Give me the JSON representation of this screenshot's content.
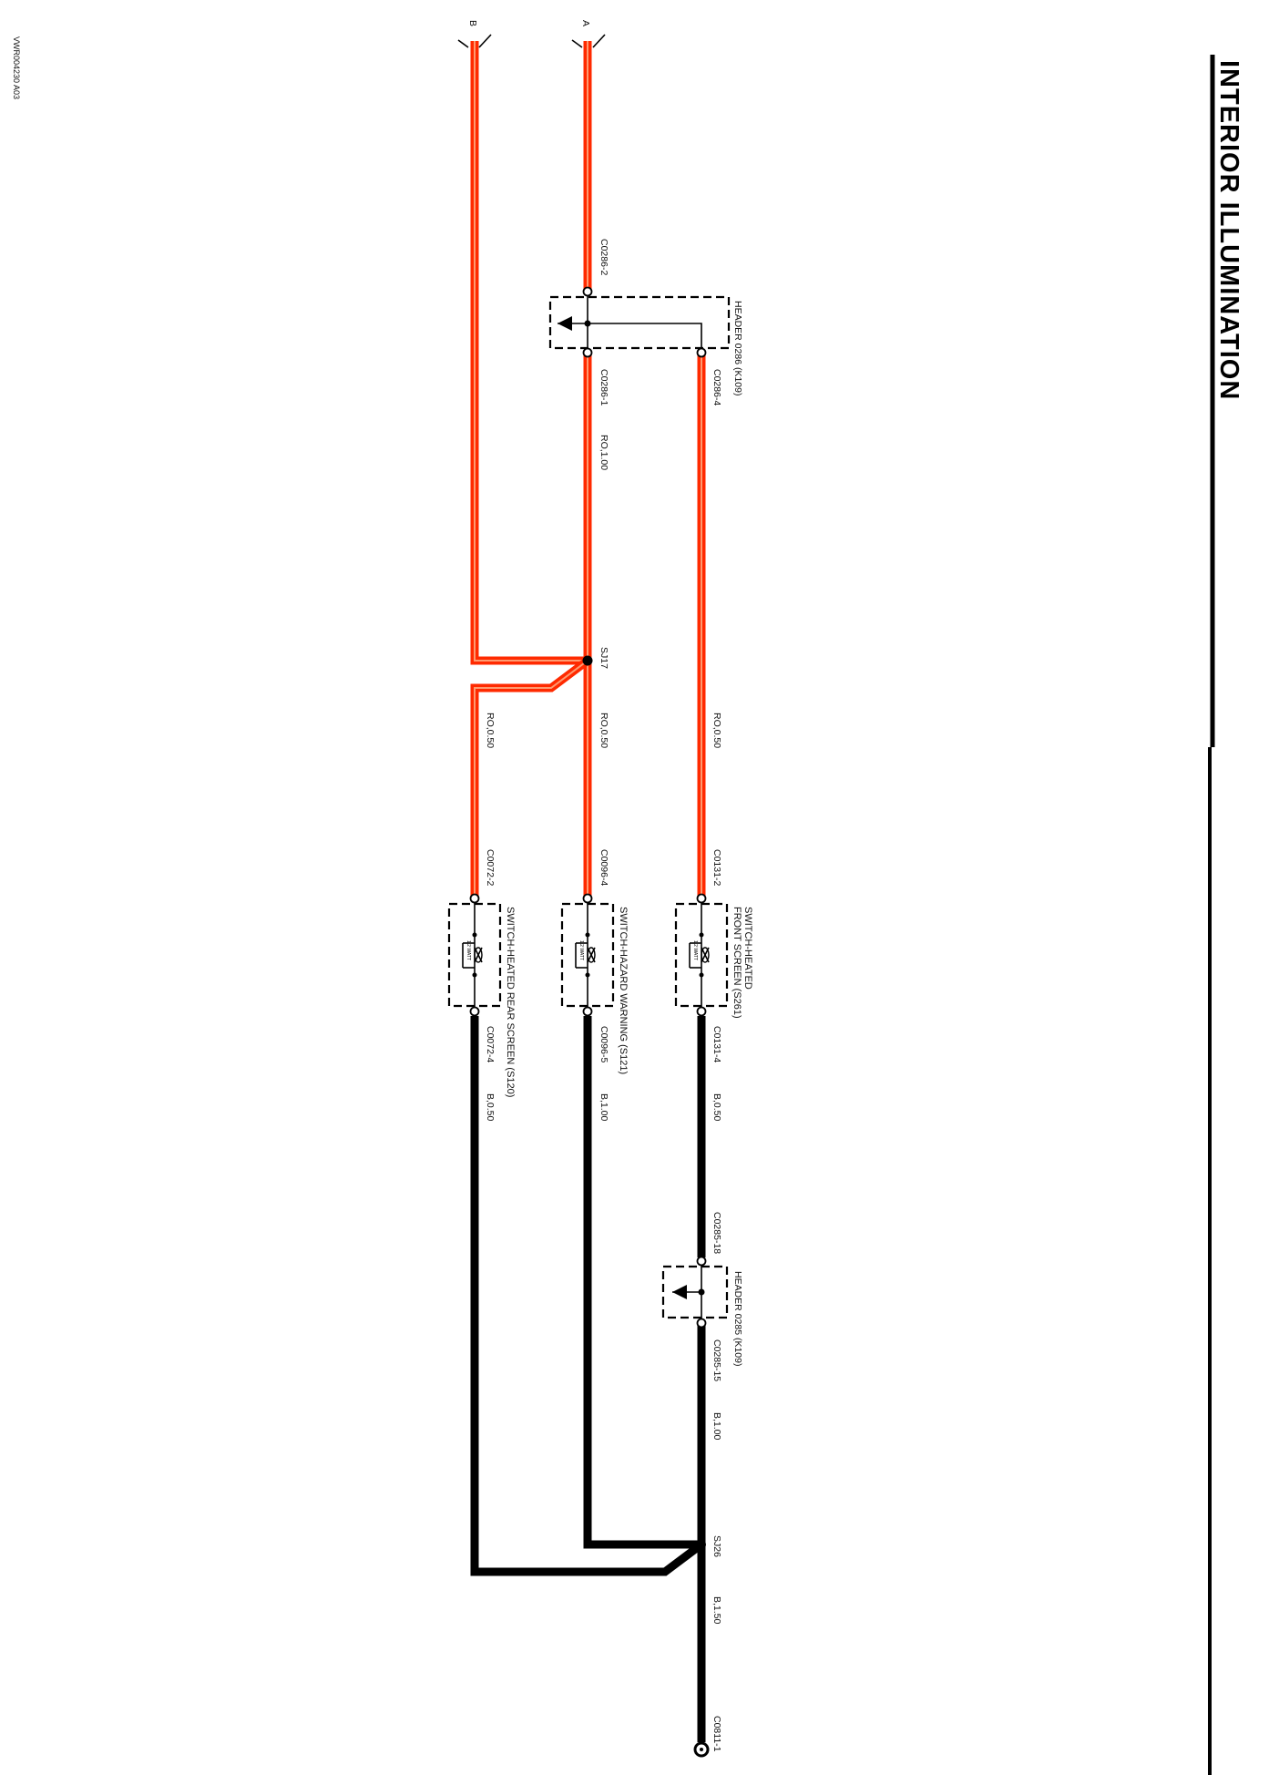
{
  "title": "INTERIOR ILLUMINATION",
  "reference": "VWR004230 A03",
  "wire_ends": {
    "a": "A",
    "b": "B"
  },
  "connectors": {
    "c0286_2": "C0286-2",
    "c0286_1": "C0286-1",
    "c0286_4": "C0286-4",
    "c0131_2": "C0131-2",
    "c0131_4": "C0131-4",
    "c0096_4": "C0096-4",
    "c0096_5": "C0096-5",
    "c0072_2": "C0072-2",
    "c0072_4": "C0072-4",
    "c0285_18": "C0285-18",
    "c0285_15": "C0285-15",
    "c0811_1": "C0811-1"
  },
  "headers": {
    "k109_top": "HEADER 0286 (K109)",
    "k109_bottom": "HEADER 0285 (K109)"
  },
  "splices": {
    "sj17": "SJ17",
    "sj26": "SJ26"
  },
  "wires": {
    "ro100": "RO,1.00",
    "ro050_a": "RO,0.50",
    "ro050_b": "RO,0.50",
    "ro050_c": "RO,0.50",
    "b050_front": "B,0.50",
    "b100_hazard": "B,1.00",
    "b050_rear": "B,0.50",
    "b100_header": "B,1.00",
    "b150": "B,1.50"
  },
  "switches": {
    "front_line1": "SWITCH-HEATED",
    "front_line2": "FRONT SCREEN (S261)",
    "hazard": "SWITCH-HAZARD WARNING (S121)",
    "rear": "SWITCH-HEATED REAR SCREEN (S120)",
    "bulb_rating": "1.2 WATT"
  },
  "colors": {
    "red_wire": "#ff2a00",
    "black_wire": "#000000"
  }
}
